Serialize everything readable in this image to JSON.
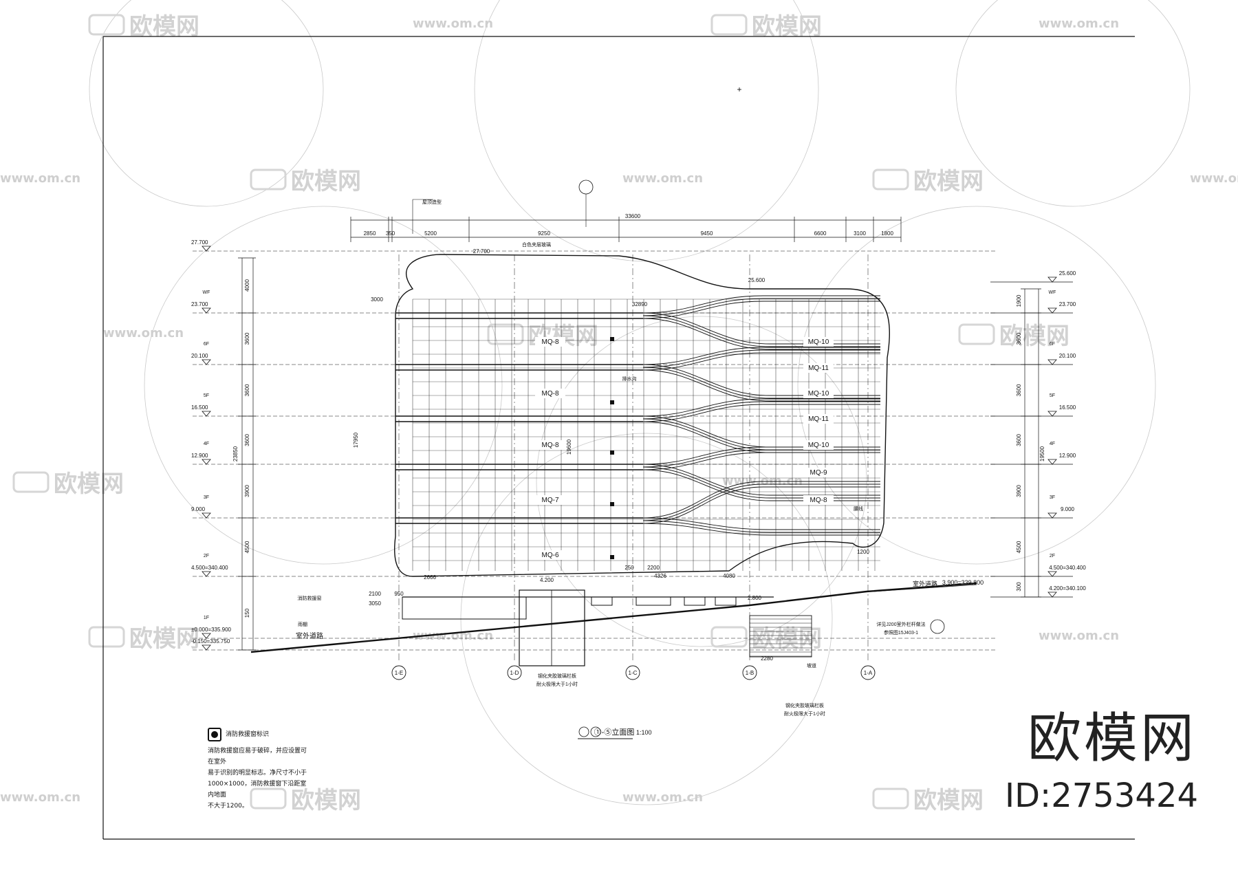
{
  "drawing": {
    "title": "①-⑤立面图",
    "scale": "1:100",
    "watermark_big": "欧模网",
    "watermark_id": "ID:2753424",
    "watermark_logo": "欧模网",
    "watermark_url": "www.om.cn",
    "note_title": "消防救援窗标识",
    "note_lines": [
      "消防救援窗应易于破碎，并应设置可在室外",
      "易于识别的明显标志。净尺寸不小于",
      "1000×1000，消防救援窗下沿距室内地面",
      "不大于1200。"
    ]
  },
  "dims_top": [
    "2850",
    "350",
    "5200",
    "9250",
    "9450",
    "6600",
    "3100",
    "1800"
  ],
  "dim_total": "33600",
  "windows": [
    "MQ-8",
    "MQ-8",
    "MQ-8",
    "MQ-7",
    "MQ-6",
    "MQ-10",
    "MQ-11",
    "MQ-10",
    "MQ-11",
    "MQ-10",
    "MQ-9",
    "MQ-8"
  ],
  "levels_left": [
    {
      "elev": "27.700",
      "floor": ""
    },
    {
      "elev": "23.700",
      "floor": "WF"
    },
    {
      "elev": "20.100",
      "floor": "6F"
    },
    {
      "elev": "16.500",
      "floor": "5F"
    },
    {
      "elev": "12.900",
      "floor": "4F"
    },
    {
      "elev": "9.000",
      "floor": "3F"
    },
    {
      "elev": "4.500=340.400",
      "floor": "2F"
    },
    {
      "elev": "±0.000=335.900",
      "floor": "1F"
    },
    {
      "elev": "-0.150=335.750",
      "floor": ""
    }
  ],
  "levels_right": [
    {
      "elev": "25.600",
      "floor": ""
    },
    {
      "elev": "23.700",
      "floor": "WF"
    },
    {
      "elev": "20.100",
      "floor": "6F"
    },
    {
      "elev": "16.500",
      "floor": "5F"
    },
    {
      "elev": "12.900",
      "floor": "4F"
    },
    {
      "elev": "9.000",
      "floor": "3F"
    },
    {
      "elev": "4.500=340.400",
      "floor": "2F"
    },
    {
      "elev": "4.200=340.100",
      "floor": ""
    }
  ],
  "dims_left": [
    "4000",
    "3600",
    "3600",
    "3600",
    "3900",
    "4500",
    "150"
  ],
  "dims_left_total": "23850",
  "dims_right": [
    "1900",
    "3600",
    "3600",
    "3600",
    "3900",
    "4500",
    "300"
  ],
  "dims_right_total": "19500",
  "axes": [
    "1-E",
    "1-D",
    "1-C",
    "1-B",
    "1-A"
  ],
  "labels": {
    "road_left": "室外道路",
    "road_right": "室外道路",
    "road_elev": "3.900=339.800",
    "elev_mid": "27.700",
    "elev_mid2": "25.600",
    "elev_4200": "4.200",
    "elev_2800": "2.800",
    "dim_32890": "32890",
    "dim_3000": "3000",
    "dim_17950": "17950",
    "dim_19600": "19600",
    "note_glass": "钢化夹胶玻璃栏板",
    "note_glass2": "耐火极限大于1小时",
    "note_stair": "详见J200室外栏杆做法",
    "note_stair2": "参照图15J403-1",
    "note_top": "屋顶造型",
    "note_top2": "白色夹层玻璃",
    "note_fire": "消防救援窗",
    "note_rain": "雨棚",
    "note_drain": "排水沟",
    "note_ramp": "坡道",
    "note_beam": "腰线",
    "dims_bottom": [
      "2100",
      "950",
      "3050",
      "2666",
      "4326",
      "4080",
      "2280",
      "2200",
      "250",
      "1200"
    ]
  }
}
